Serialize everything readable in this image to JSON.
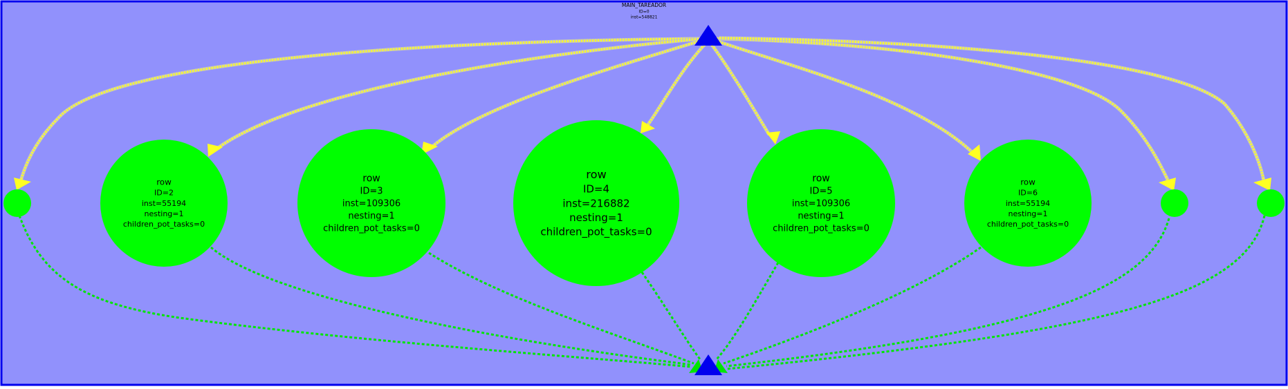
{
  "colors": {
    "background": "#9191fc",
    "border": "#0000ee",
    "node_fill": "#00ff00",
    "triangle_fill": "#0000ee",
    "spawn_edge": "#ffff22",
    "spawn_edge_outline": "#c8c8b4",
    "sync_edge": "#00e600",
    "text": "#000000"
  },
  "root": {
    "title": "MAIN_TAREADOR",
    "id_label": "ID=0",
    "inst_label": "inst=548821"
  },
  "tasks": [
    {
      "key": "t-left",
      "label_lines": []
    },
    {
      "key": "t2",
      "label_lines": [
        "row",
        "ID=2",
        "inst=55194",
        "nesting=1",
        "children_pot_tasks=0"
      ]
    },
    {
      "key": "t3",
      "label_lines": [
        "row",
        "ID=3",
        "inst=109306",
        "nesting=1",
        "children_pot_tasks=0"
      ]
    },
    {
      "key": "t4",
      "label_lines": [
        "row",
        "ID=4",
        "inst=216882",
        "nesting=1",
        "children_pot_tasks=0"
      ]
    },
    {
      "key": "t5",
      "label_lines": [
        "row",
        "ID=5",
        "inst=109306",
        "nesting=1",
        "children_pot_tasks=0"
      ]
    },
    {
      "key": "t6",
      "label_lines": [
        "row",
        "ID=6",
        "inst=55194",
        "nesting=1",
        "children_pot_tasks=0"
      ]
    },
    {
      "key": "t-right1",
      "label_lines": []
    },
    {
      "key": "t-right2",
      "label_lines": []
    }
  ]
}
